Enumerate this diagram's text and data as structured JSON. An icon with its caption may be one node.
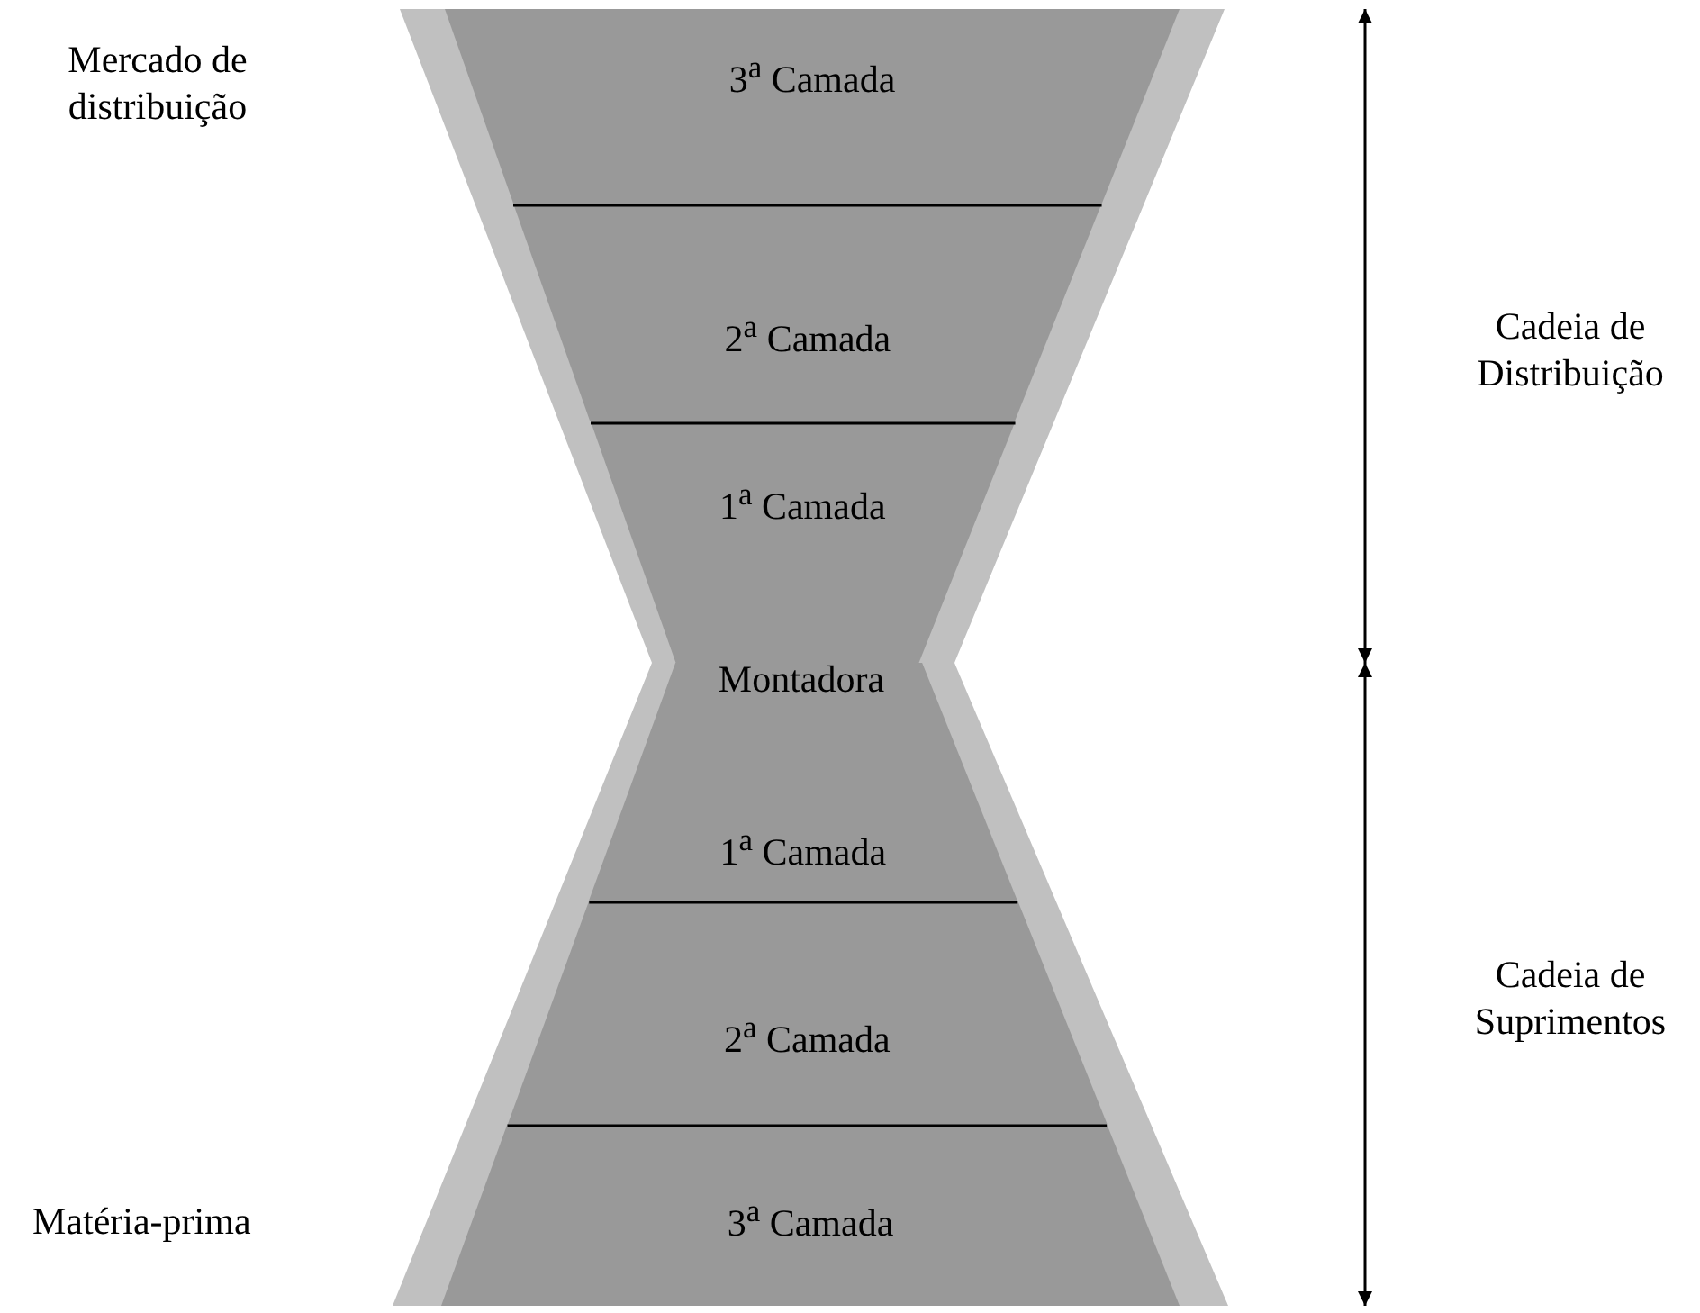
{
  "diagram": {
    "nodes": [
      {
        "text": [
          "3$^{a}$ Camada"
        ]
      },
      {
        "text": [
          "2$^{a}$ Camada"
        ]
      },
      {
        "text": [
          "1$^{a}$ Camada"
        ]
      },
      {
        "text": [
          "1$^{a}$ Camada"
        ]
      },
      {
        "text": [
          "2$^{a}$ Camada"
        ]
      },
      {
        "text": [
          "3$^{a}$ Camada"
        ]
      }
    ],
    "labels": [
      "Mercado de distribuição",
      "Cadeia de Distribuição",
      "Montadora",
      "Cadeia de Suprimentos",
      "Matéria-prima"
    ]
  }
}
